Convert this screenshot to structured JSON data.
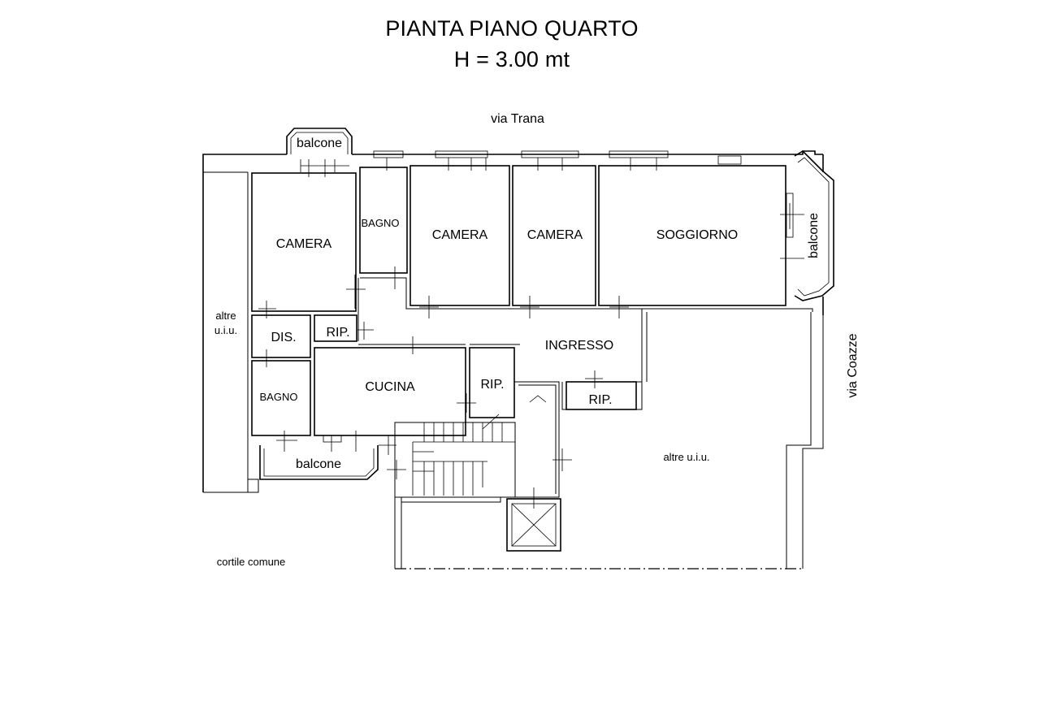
{
  "title": {
    "line1": "PIANTA PIANO QUARTO",
    "line2": "H = 3.00 mt"
  },
  "streets": {
    "north": "via Trana",
    "east": "via Coazze"
  },
  "areas": {
    "courtyard": "cortile comune",
    "left_units_line1": "altre",
    "left_units_line2": "u.i.u.",
    "right_units": "altre u.i.u."
  },
  "rooms": {
    "camera_west": "CAMERA",
    "bagno_north": "BAGNO",
    "camera_center1": "CAMERA",
    "camera_center2": "CAMERA",
    "soggiorno": "SOGGIORNO",
    "dis": "DIS.",
    "rip_1": "RIP.",
    "ingresso": "INGRESSO",
    "bagno_south": "BAGNO",
    "cucina": "CUCINA",
    "rip_2": "RIP.",
    "rip_3": "RIP."
  },
  "balconies": {
    "north": "balcone",
    "south": "balcone",
    "east": "balcone"
  }
}
